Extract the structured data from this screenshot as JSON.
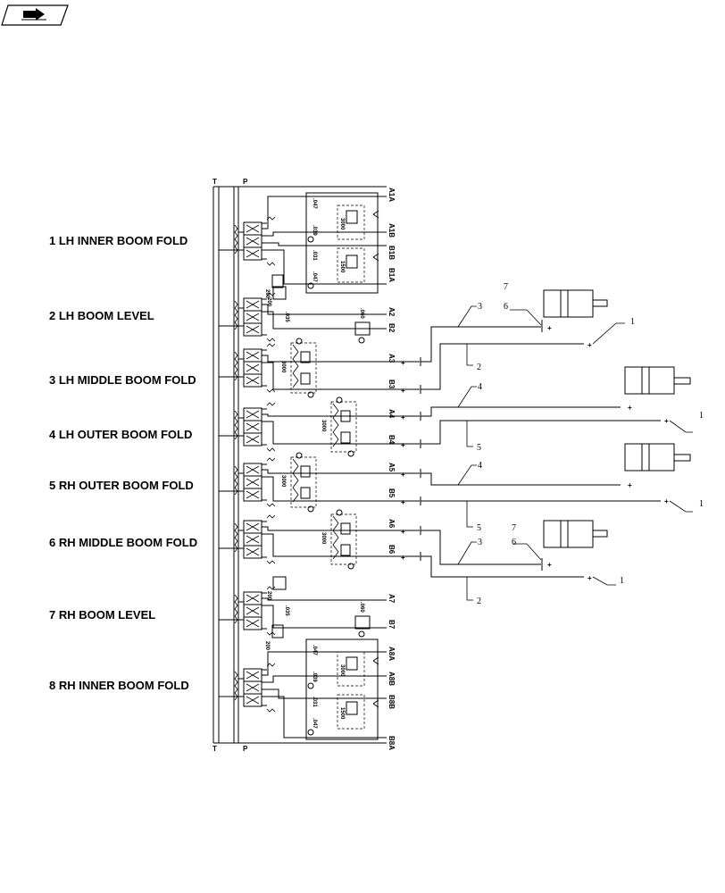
{
  "sections": [
    {
      "label": "1 LH INNER BOOM FOLD",
      "kind": "dual"
    },
    {
      "label": "2 LH BOOM LEVEL",
      "kind": "level"
    },
    {
      "label": "3 LH MIDDLE BOOM FOLD",
      "kind": "relief"
    },
    {
      "label": "4 LH OUTER BOOM FOLD",
      "kind": "relief"
    },
    {
      "label": "5 RH OUTER BOOM FOLD",
      "kind": "relief"
    },
    {
      "label": "6 RH MIDDLE BOOM FOLD",
      "kind": "relief"
    },
    {
      "label": "7 RH BOOM LEVEL",
      "kind": "level"
    },
    {
      "label": "8 RH INNER BOOM FOLD",
      "kind": "dual"
    }
  ],
  "ports": [
    "A1A",
    "A1B",
    "B1B",
    "B1A",
    "A2",
    "B2",
    "A3",
    "B3",
    "A4",
    "B4",
    "A5",
    "B5",
    "A6",
    "B6",
    "A7",
    "B7",
    "A8A",
    "A8B",
    "B8B",
    "B8A"
  ],
  "rails": {
    "tank": "T",
    "pressure": "P"
  },
  "values": {
    "v3000": "3000",
    "v1500": "1500",
    "v047": ".047",
    "v039": ".039",
    "v031": ".031",
    "v060": ".060",
    "v200": "200",
    "v035": ".035"
  },
  "callouts": [
    "1",
    "2",
    "3",
    "4",
    "5",
    "6",
    "7"
  ],
  "icons": {
    "corner": "book-arrow-icon"
  }
}
